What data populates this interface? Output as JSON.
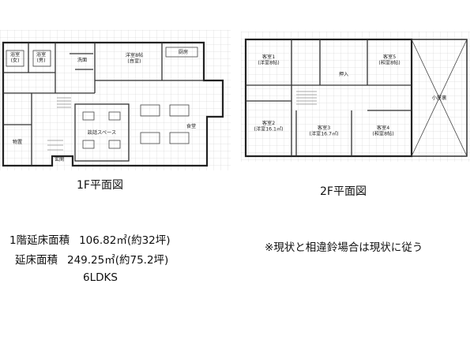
{
  "plans": {
    "floor1": {
      "caption": "1F平面図",
      "rooms": {
        "bath_women": "浴室\n(女)",
        "bath_men": "浴室\n(男)",
        "washroom": "洗面",
        "western_room": "洋室8帖\n(自室)",
        "kitchen": "厨房",
        "storage": "物置",
        "chat_space": "談話スペース",
        "dining": "食堂",
        "entrance": "玄関"
      }
    },
    "floor2": {
      "caption": "2F平面図",
      "rooms": {
        "guest1": "客室1\n(洋室8帖)",
        "guest5": "客室5\n(和室8帖)",
        "guest2": "客室2\n(洋室16.1㎡)",
        "guest3": "客室3\n(洋室16.7㎡)",
        "guest4": "客室4\n(和室8帖)",
        "closet": "押入",
        "attic": "小屋裏"
      }
    }
  },
  "summary": {
    "floor1_label": "1階延床面積",
    "floor1_value": "106.82㎡(約32坪)",
    "total_label": "延床面積",
    "total_value": "249.25㎡(約75.2坪)",
    "layout": "6LDKS"
  },
  "note": "※現状と相違鈴場合は現状に従う"
}
